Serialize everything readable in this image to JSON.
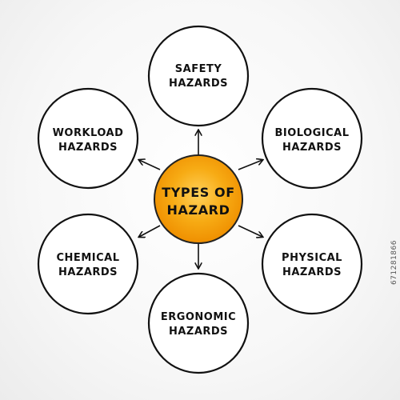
{
  "center": {
    "line1": "TYPES OF",
    "line2": "HAZARD",
    "fill_color": "#f5a20a"
  },
  "nodes": [
    {
      "id": "safety",
      "line1": "SAFETY",
      "line2": "HAZARDS"
    },
    {
      "id": "biological",
      "line1": "BIOLOGICAL",
      "line2": "HAZARDS"
    },
    {
      "id": "physical",
      "line1": "PHYSICAL",
      "line2": "HAZARDS"
    },
    {
      "id": "ergonomic",
      "line1": "ERGONOMIC",
      "line2": "HAZARDS"
    },
    {
      "id": "chemical",
      "line1": "CHEMICAL",
      "line2": "HAZARDS"
    },
    {
      "id": "workload",
      "line1": "WORKLOAD",
      "line2": "HAZARDS"
    }
  ],
  "stock_id": "671281866",
  "colors": {
    "outline": "#111111",
    "center_fill": "#f5a20a"
  }
}
